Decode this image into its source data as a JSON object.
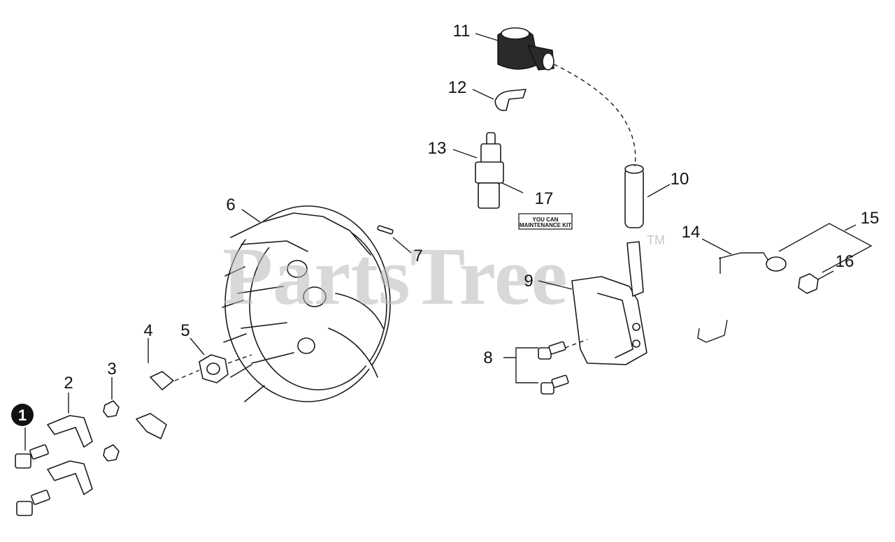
{
  "watermark": {
    "text": "PartsTree",
    "trademark": "TM"
  },
  "badge": {
    "line1": "YOU CAN",
    "line2": "MAINTENANCE KIT"
  },
  "callouts": {
    "c1": "1",
    "c2": "2",
    "c3": "3",
    "c4": "4",
    "c5": "5",
    "c6": "6",
    "c7": "7",
    "c8": "8",
    "c9": "9",
    "c10": "10",
    "c11": "11",
    "c12": "12",
    "c13": "13",
    "c14": "14",
    "c15": "15",
    "c16": "16",
    "c17": "17"
  }
}
